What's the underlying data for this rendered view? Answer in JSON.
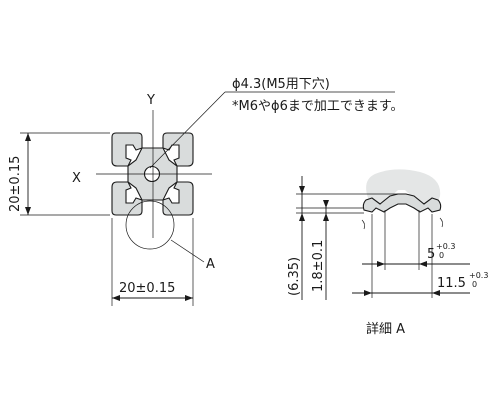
{
  "labels": {
    "y_axis": "Y",
    "x_axis": "X",
    "hole_spec": "ϕ4.3(M5用下穴)",
    "tap_note": "*M6やϕ6まで加工できます。",
    "height_dim": "20±0.15",
    "width_dim": "20±0.15",
    "detail_ref": "A",
    "detail_title": "詳細 A",
    "dim_6_35": "(6.35)",
    "dim_1_8": "1.8±0.1",
    "dim_5": "5",
    "tol_5_upper": "+0.3",
    "tol_5_lower": "0",
    "dim_11_5": "11.5",
    "tol_11_5_upper": "+0.3",
    "tol_11_5_lower": "0"
  },
  "colors": {
    "line": "#1a1a1a",
    "profile_fill": "#d9dcdc",
    "background": "#ffffff"
  }
}
